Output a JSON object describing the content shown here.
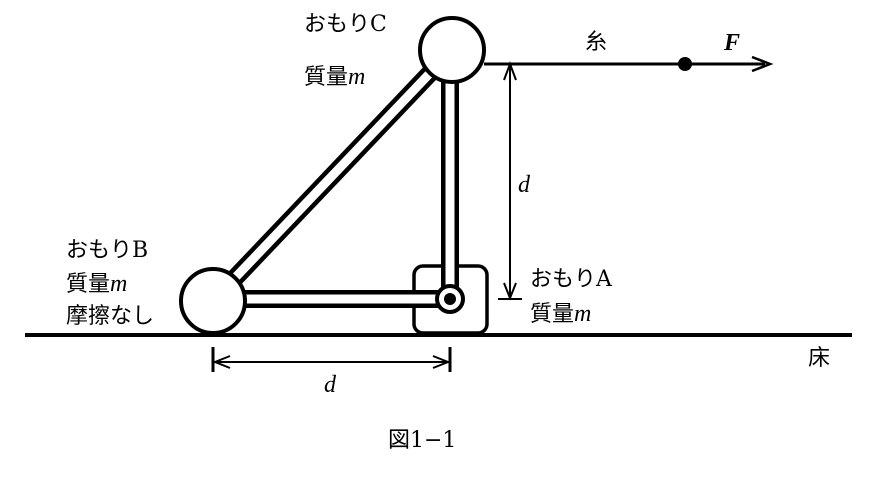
{
  "weight_c": {
    "name": "おもりC",
    "mass_label": "質量",
    "mass_symbol": "m"
  },
  "weight_b": {
    "name": "おもりB",
    "mass_label": "質量",
    "mass_symbol": "m",
    "note": "摩擦なし"
  },
  "weight_a": {
    "name": "おもりA",
    "mass_label": "質量",
    "mass_symbol": "m"
  },
  "string_label": "糸",
  "force_label": "F",
  "height_label": "d",
  "width_label": "d",
  "floor_label": "床",
  "caption": "図1−1"
}
